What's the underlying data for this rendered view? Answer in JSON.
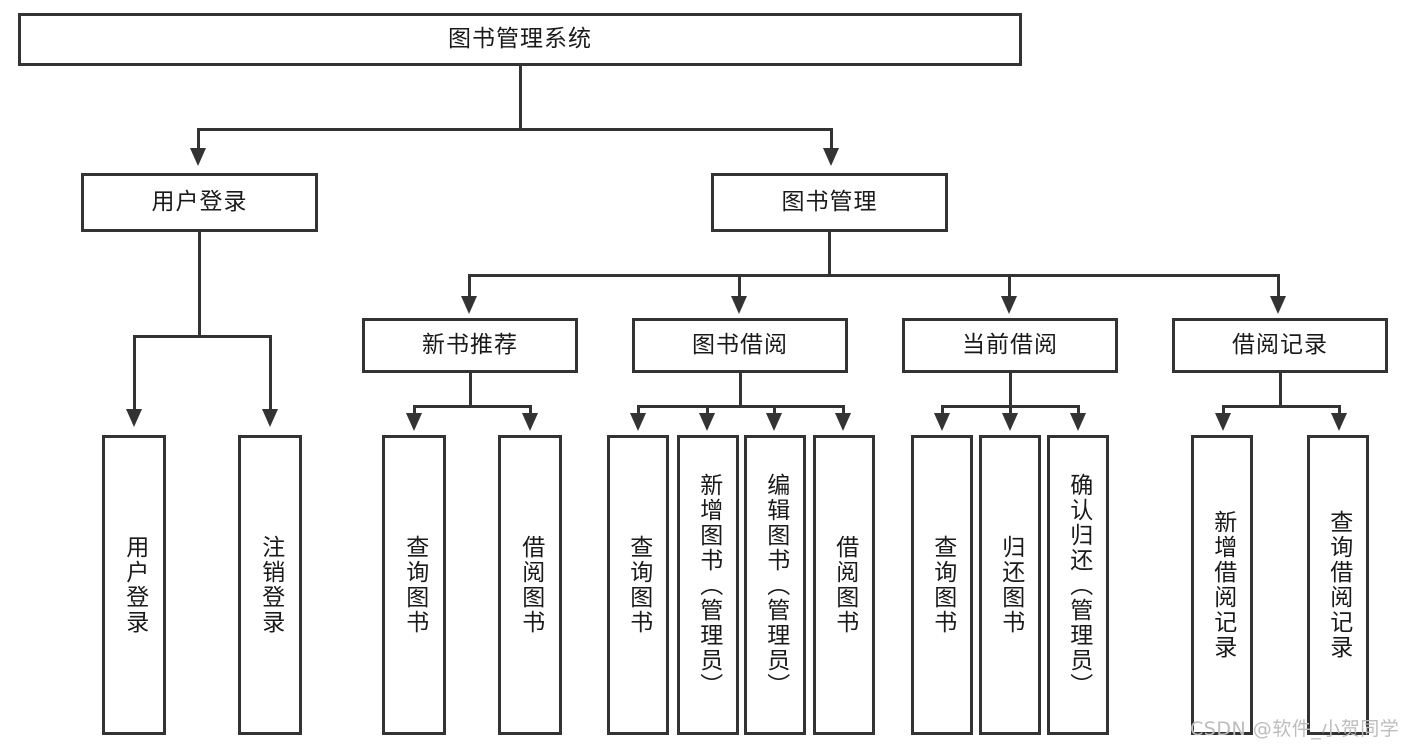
{
  "diagram": {
    "type": "tree-hierarchy",
    "title": "图书管理系统",
    "watermark": "CSDN @软件_小贺同学",
    "colors": {
      "stroke": "#333333",
      "fill": "#ffffff",
      "text": "#1a1a1a",
      "watermark": "#bdbdbd"
    },
    "root": {
      "label": "图书管理系统"
    },
    "level2": [
      {
        "id": "user-login",
        "label": "用户登录"
      },
      {
        "id": "book-management",
        "label": "图书管理"
      }
    ],
    "level3": [
      {
        "id": "new-book-recommend",
        "label": "新书推荐",
        "parent": "book-management"
      },
      {
        "id": "book-borrow",
        "label": "图书借阅",
        "parent": "book-management"
      },
      {
        "id": "current-borrow",
        "label": "当前借阅",
        "parent": "book-management"
      },
      {
        "id": "borrow-record",
        "label": "借阅记录",
        "parent": "book-management"
      }
    ],
    "leaves": {
      "user_login": [
        {
          "id": "leaf-user-login",
          "label": "用户登录"
        },
        {
          "id": "leaf-user-logout",
          "label": "注销登录"
        }
      ],
      "new_book_recommend": [
        {
          "id": "leaf-query-book-1",
          "label": "查询图书"
        },
        {
          "id": "leaf-borrow-book-1",
          "label": "借阅图书"
        }
      ],
      "book_borrow": [
        {
          "id": "leaf-query-book-2",
          "label": "查询图书"
        },
        {
          "id": "leaf-add-book",
          "label": "新增图书（管理员）"
        },
        {
          "id": "leaf-edit-book",
          "label": "编辑图书（管理员）"
        },
        {
          "id": "leaf-borrow-book-2",
          "label": "借阅图书"
        }
      ],
      "current_borrow": [
        {
          "id": "leaf-query-book-3",
          "label": "查询图书"
        },
        {
          "id": "leaf-return-book",
          "label": "归还图书"
        },
        {
          "id": "leaf-confirm-return",
          "label": "确认归还（管理员）"
        }
      ],
      "borrow_record": [
        {
          "id": "leaf-add-record",
          "label": "新增借阅记录"
        },
        {
          "id": "leaf-query-record",
          "label": "查询借阅记录"
        }
      ]
    }
  }
}
